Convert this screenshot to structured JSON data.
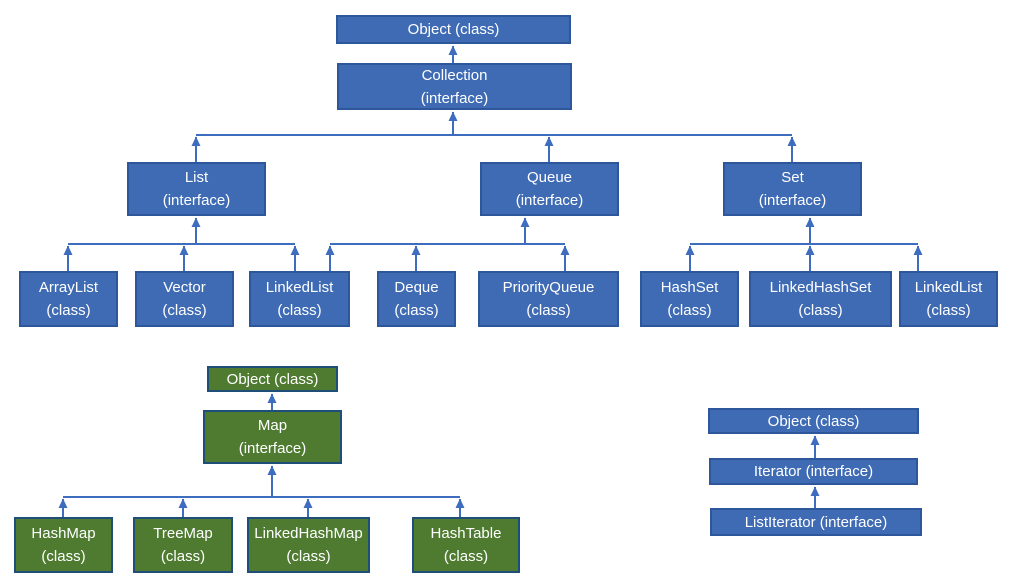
{
  "colors": {
    "blue_fill": "#3e6bb4",
    "blue_border": "#2e569b",
    "green_fill": "#4e7b30",
    "green_border": "#1f4e79",
    "arrow_color": "#3e6cbf",
    "text_color": "#ffffff",
    "background": "#ffffff"
  },
  "hierarchies": {
    "collection": {
      "nodes": {
        "object": {
          "label": "Object (class)",
          "kind": "class"
        },
        "collection": {
          "label": "Collection\n(interface)",
          "kind": "interface"
        },
        "list": {
          "label": "List\n(interface)",
          "kind": "interface"
        },
        "queue": {
          "label": "Queue\n(interface)",
          "kind": "interface"
        },
        "set": {
          "label": "Set\n(interface)",
          "kind": "interface"
        },
        "arraylist": {
          "label": "ArrayList\n(class)",
          "kind": "class"
        },
        "vector": {
          "label": "Vector\n(class)",
          "kind": "class"
        },
        "linkedlist_list": {
          "label": "LinkedList\n(class)",
          "kind": "class"
        },
        "deque": {
          "label": "Deque\n(class)",
          "kind": "class"
        },
        "priorityqueue": {
          "label": "PriorityQueue\n(class)",
          "kind": "class"
        },
        "hashset": {
          "label": "HashSet\n(class)",
          "kind": "class"
        },
        "linkedhashset": {
          "label": "LinkedHashSet\n(class)",
          "kind": "class"
        },
        "linkedlist_set": {
          "label": "LinkedList\n(class)",
          "kind": "class"
        }
      }
    },
    "map": {
      "nodes": {
        "object": {
          "label": "Object (class)",
          "kind": "class"
        },
        "map": {
          "label": "Map\n(interface)",
          "kind": "interface"
        },
        "hashmap": {
          "label": "HashMap\n(class)",
          "kind": "class"
        },
        "treemap": {
          "label": "TreeMap\n(class)",
          "kind": "class"
        },
        "linkedhashmap": {
          "label": "LinkedHashMap\n(class)",
          "kind": "class"
        },
        "hashtable": {
          "label": "HashTable\n(class)",
          "kind": "class"
        }
      }
    },
    "iterator": {
      "nodes": {
        "object": {
          "label": "Object (class)",
          "kind": "class"
        },
        "iterator": {
          "label": "Iterator (interface)",
          "kind": "interface"
        },
        "listiterator": {
          "label": "ListIterator (interface)",
          "kind": "interface"
        }
      }
    }
  }
}
